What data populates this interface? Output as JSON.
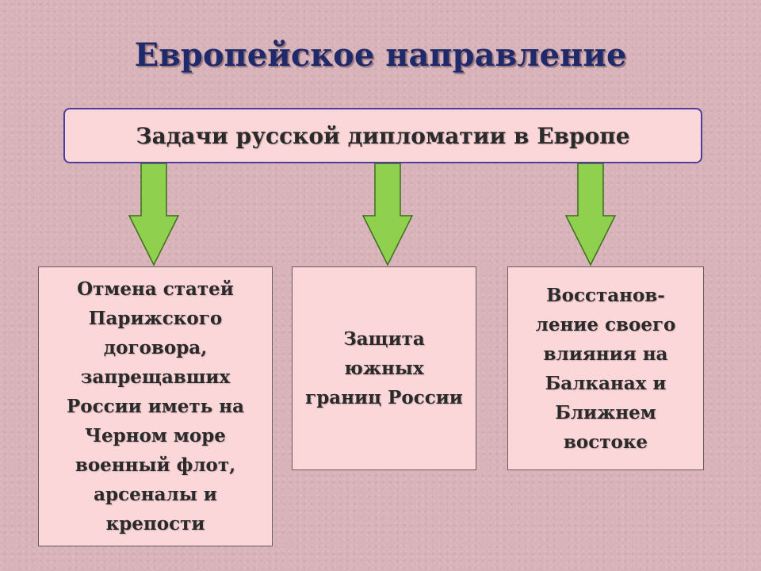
{
  "title": "Европейское направление",
  "header": "Задачи русской дипломатии в Европе",
  "tasks": [
    {
      "lines": [
        "Отмена статей",
        "Парижского",
        "договора,",
        "запрещавших",
        "России иметь на",
        "Черном море",
        "военный флот,",
        "арсеналы и",
        "крепости"
      ]
    },
    {
      "lines": [
        "Защита",
        "южных",
        "границ России"
      ]
    },
    {
      "lines": [
        "Восстанов-",
        "ление своего",
        "влияния на",
        "Балканах и",
        "Ближнем",
        "востоке"
      ]
    }
  ],
  "colors": {
    "background": "#d8b3b9",
    "box_fill": "#fbd7d9",
    "title_color": "#1f2a6b",
    "header_border": "#4b3f9e",
    "arrow_fill": "#8fd14f",
    "arrow_stroke": "#3f6b1e"
  },
  "icons": [
    "down-arrow-icon"
  ]
}
